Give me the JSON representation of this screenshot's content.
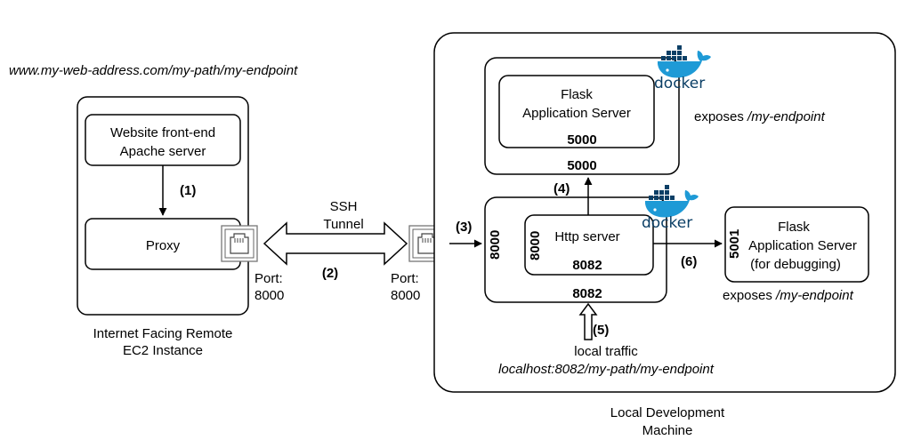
{
  "remote": {
    "url": "www.my-web-address.com/my-path/my-endpoint",
    "frontend_line1": "Website front-end",
    "frontend_line2": "Apache server",
    "proxy": "Proxy",
    "port_label": "Port:",
    "port_value": "8000",
    "caption_line1": "Internet Facing Remote",
    "caption_line2": "EC2 Instance"
  },
  "tunnel": {
    "line1": "SSH",
    "line2": "Tunnel",
    "step": "(2)"
  },
  "local": {
    "port_label": "Port:",
    "port_value": "8000",
    "caption_line1": "Local Development",
    "caption_line2": "Machine"
  },
  "flask_container": {
    "logo": "docker",
    "title_line1": "Flask",
    "title_line2": "Application Server",
    "inner_port": "5000",
    "outer_port": "5000",
    "exposes_prefix": "exposes ",
    "exposes_path": "/my-endpoint"
  },
  "http_container": {
    "logo": "docker",
    "title": "Http server",
    "left_port": "8000",
    "inner_left_port": "8000",
    "inner_port": "8082",
    "outer_port": "8082"
  },
  "debug_server": {
    "title_line1": "Flask",
    "title_line2": "Application Server",
    "title_line3": "(for debugging)",
    "port": "5001",
    "exposes_prefix": "exposes ",
    "exposes_path": "/my-endpoint"
  },
  "local_traffic": {
    "label": "local traffic",
    "url": "localhost:8082/my-path/my-endpoint"
  },
  "steps": {
    "s1": "(1)",
    "s3": "(3)",
    "s4": "(4)",
    "s5": "(5)",
    "s6": "(6)"
  },
  "colors": {
    "docker_blue": "#1e9ad6",
    "docker_dark": "#0b3f66",
    "stroke": "#000000"
  }
}
